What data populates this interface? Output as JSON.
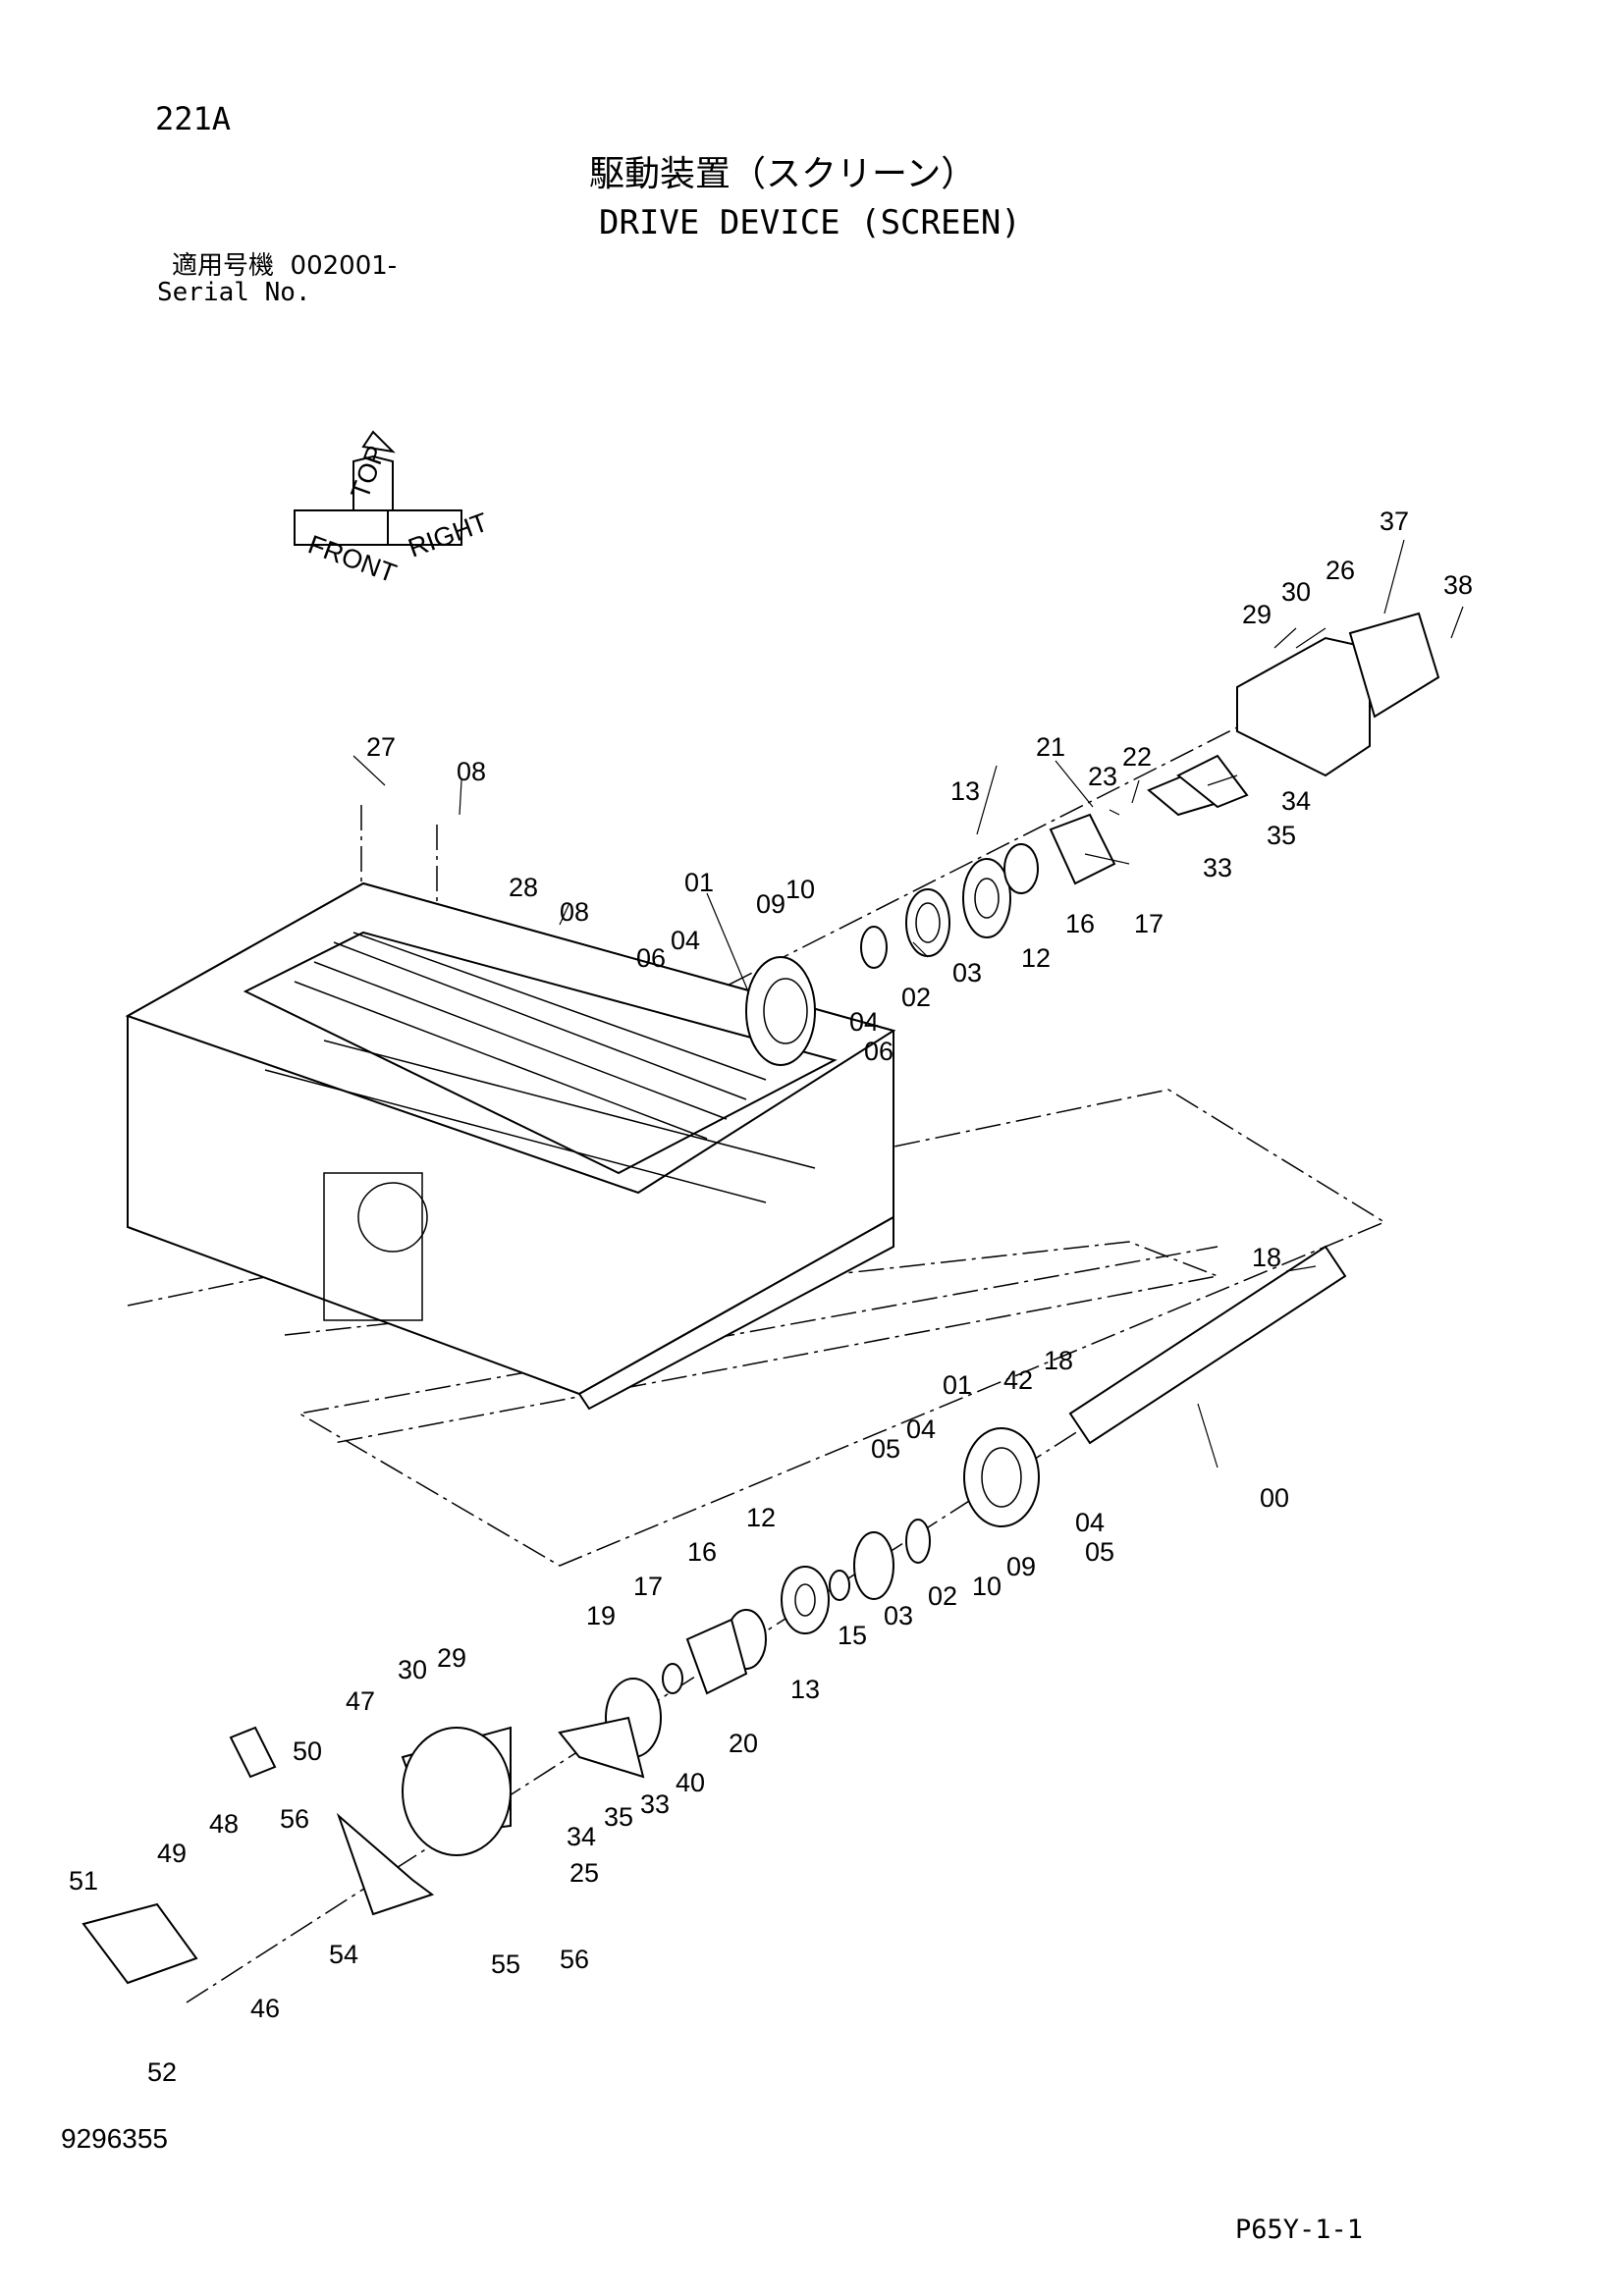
{
  "header": {
    "page_code": "221A",
    "title_jp": "駆動装置（スクリーン）",
    "title_en": "DRIVE DEVICE (SCREEN)",
    "serial_label_jp": "適用号機",
    "serial_value": "002001-",
    "serial_label_en": "Serial No."
  },
  "orientation_icon": {
    "labels": [
      "TOP",
      "FRONT",
      "RIGHT"
    ]
  },
  "callouts": [
    "37",
    "38",
    "30",
    "29",
    "26",
    "21",
    "23",
    "22",
    "34",
    "35",
    "33",
    "17",
    "16",
    "12",
    "13",
    "03",
    "02",
    "09",
    "10",
    "01",
    "04",
    "06",
    "04",
    "06",
    "27",
    "08",
    "28",
    "08",
    "18",
    "42",
    "18",
    "01",
    "04",
    "05",
    "00",
    "04",
    "05",
    "09",
    "10",
    "02",
    "03",
    "15",
    "12",
    "13",
    "16",
    "17",
    "19",
    "20",
    "40",
    "33",
    "35",
    "34",
    "30",
    "29",
    "47",
    "50",
    "25",
    "56",
    "48",
    "49",
    "51",
    "46",
    "54",
    "55",
    "56",
    "52"
  ],
  "footer": {
    "drawing_no": "9296355",
    "page_no": "P65Y-1-1"
  }
}
